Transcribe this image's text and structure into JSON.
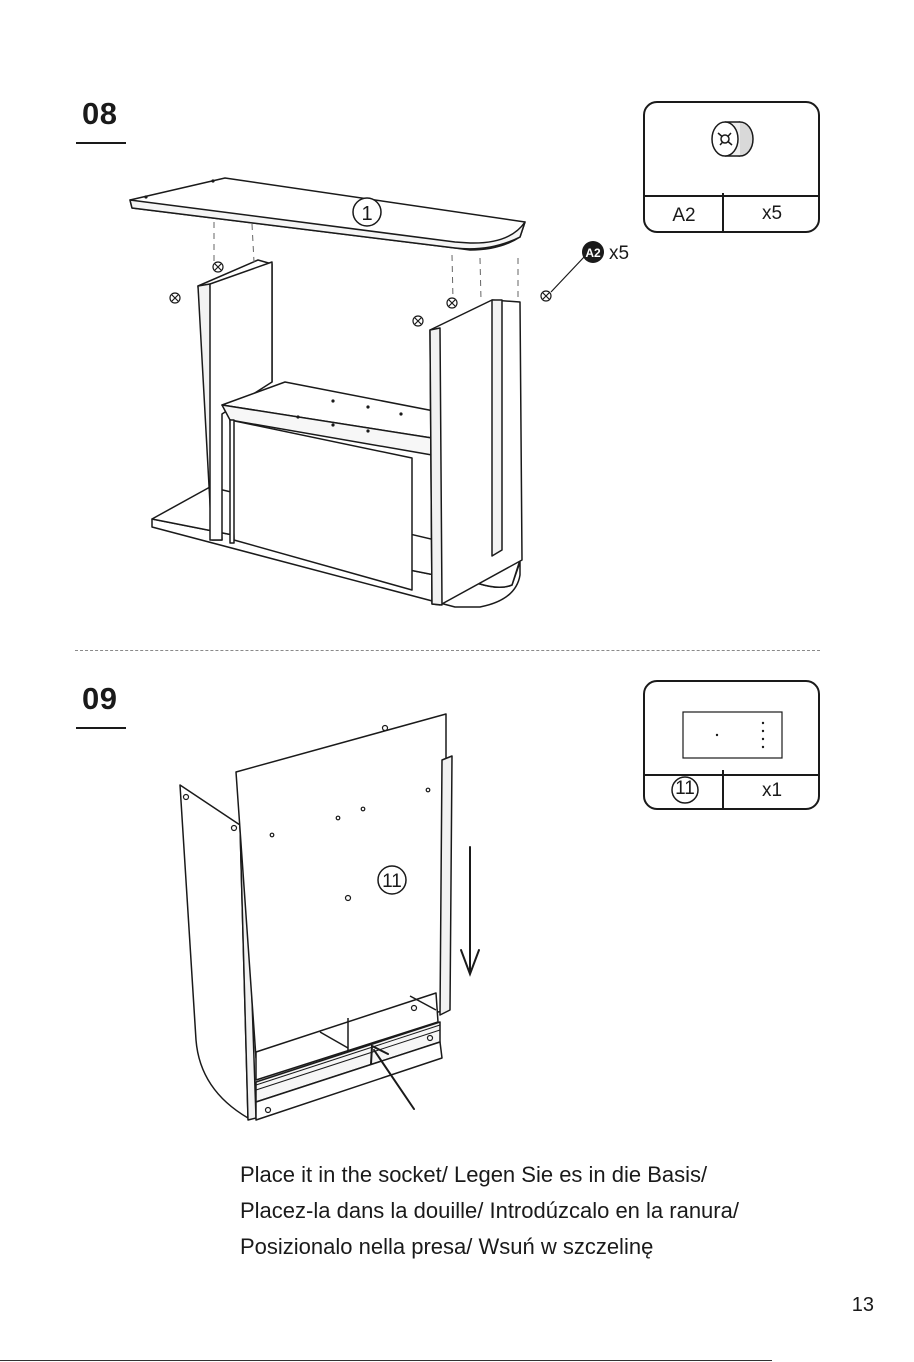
{
  "steps": [
    {
      "number": "08",
      "part": {
        "code": "A2",
        "qty": "x5",
        "icon": "cam-lock-icon"
      },
      "callout": {
        "badge": "A2",
        "qty": "x5"
      },
      "panel_label": "1"
    },
    {
      "number": "09",
      "part": {
        "code": "11",
        "qty": "x1",
        "icon": "back-panel-icon"
      },
      "panel_label": "11"
    }
  ],
  "caption": {
    "lines": [
      "Place it in the socket/ Legen Sie es in die Basis/",
      "Placez-la dans la douille/ Introdúzcalo en la ranura/",
      "Posizionalo nella presa/ Wsuń w szczelinę"
    ]
  },
  "page_number": "13"
}
